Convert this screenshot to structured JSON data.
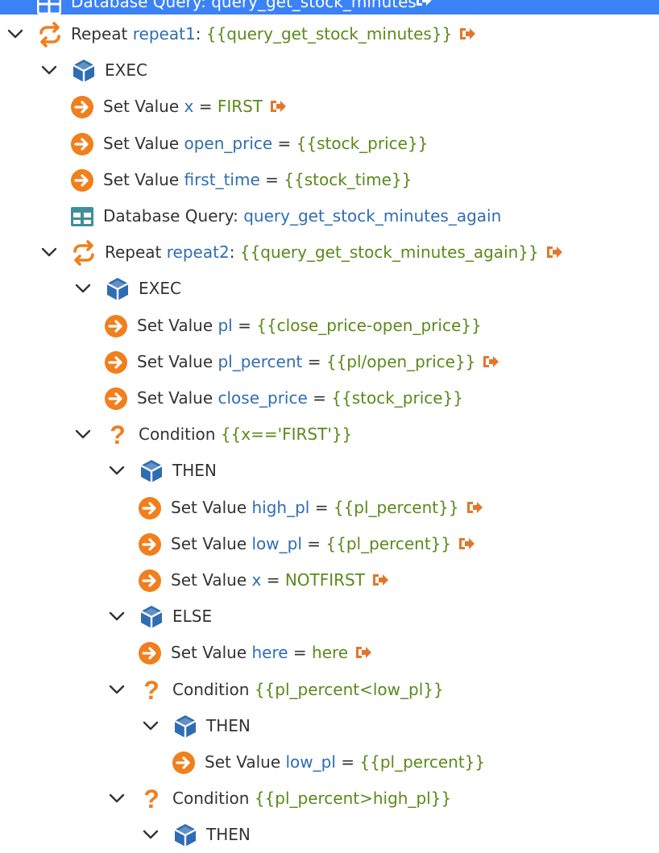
{
  "colors": {
    "accent_blue": "#3b82f6",
    "keyword": "#333333",
    "variable": "#2f6db3",
    "value": "#5a8a1a",
    "set_value_icon": "#f07f1c",
    "repeat_icon": "#f07f1c",
    "condition_icon": "#f07f1c",
    "exec_icon": "#2f6db3",
    "database_icon": "#3f8f9a",
    "output_icon": "#e0782a"
  },
  "top": {
    "label": "Database Query:",
    "query": "query_get_stock_minutes"
  },
  "tree": [
    {
      "kind": "repeat",
      "depth": 0,
      "expanded": true,
      "kw": "Repeat",
      "name": "repeat1",
      "sep": ":",
      "value": "{{query_get_stock_minutes}}",
      "output": true
    },
    {
      "kind": "block",
      "depth": 1,
      "expanded": true,
      "kw": "EXEC"
    },
    {
      "kind": "set",
      "depth": 2,
      "kw": "Set Value",
      "name": "x",
      "sep": "=",
      "value": "FIRST",
      "output": true
    },
    {
      "kind": "set",
      "depth": 2,
      "kw": "Set Value",
      "name": "open_price",
      "sep": "=",
      "value": "{{stock_price}}",
      "output": false
    },
    {
      "kind": "set",
      "depth": 2,
      "kw": "Set Value",
      "name": "first_time",
      "sep": "=",
      "value": "{{stock_time}}",
      "output": false
    },
    {
      "kind": "db",
      "depth": 2,
      "kw": "Database Query:",
      "name": "query_get_stock_minutes_again",
      "output": false
    },
    {
      "kind": "repeat",
      "depth": 1,
      "expanded": true,
      "kw": "Repeat",
      "name": "repeat2",
      "sep": ":",
      "value": "{{query_get_stock_minutes_again}}",
      "output": true
    },
    {
      "kind": "block",
      "depth": 2,
      "expanded": true,
      "kw": "EXEC"
    },
    {
      "kind": "set",
      "depth": 3,
      "kw": "Set Value",
      "name": "pl",
      "sep": "=",
      "value": "{{close_price-open_price}}",
      "output": false
    },
    {
      "kind": "set",
      "depth": 3,
      "kw": "Set Value",
      "name": "pl_percent",
      "sep": "=",
      "value": "{{pl/open_price}}",
      "output": true
    },
    {
      "kind": "set",
      "depth": 3,
      "kw": "Set Value",
      "name": "close_price",
      "sep": "=",
      "value": "{{stock_price}}",
      "output": false
    },
    {
      "kind": "condition",
      "depth": 2,
      "expanded": true,
      "kw": "Condition",
      "value": "{{x=='FIRST'}}",
      "output": false
    },
    {
      "kind": "block",
      "depth": 3,
      "expanded": true,
      "kw": "THEN"
    },
    {
      "kind": "set",
      "depth": 4,
      "kw": "Set Value",
      "name": "high_pl",
      "sep": "=",
      "value": "{{pl_percent}}",
      "output": true
    },
    {
      "kind": "set",
      "depth": 4,
      "kw": "Set Value",
      "name": "low_pl",
      "sep": "=",
      "value": "{{pl_percent}}",
      "output": true
    },
    {
      "kind": "set",
      "depth": 4,
      "kw": "Set Value",
      "name": "x",
      "sep": "=",
      "value": "NOTFIRST",
      "output": true
    },
    {
      "kind": "block",
      "depth": 3,
      "expanded": true,
      "kw": "ELSE"
    },
    {
      "kind": "set",
      "depth": 4,
      "kw": "Set Value",
      "name": "here",
      "sep": "=",
      "value": "here",
      "output": true
    },
    {
      "kind": "condition",
      "depth": 3,
      "expanded": true,
      "kw": "Condition",
      "value": "{{pl_percent<low_pl}}",
      "output": false
    },
    {
      "kind": "block",
      "depth": 4,
      "expanded": true,
      "kw": "THEN"
    },
    {
      "kind": "set",
      "depth": 5,
      "kw": "Set Value",
      "name": "low_pl",
      "sep": "=",
      "value": "{{pl_percent}}",
      "output": false
    },
    {
      "kind": "condition",
      "depth": 3,
      "expanded": true,
      "kw": "Condition",
      "value": "{{pl_percent>high_pl}}",
      "output": false
    },
    {
      "kind": "block",
      "depth": 4,
      "expanded": true,
      "kw": "THEN"
    }
  ]
}
